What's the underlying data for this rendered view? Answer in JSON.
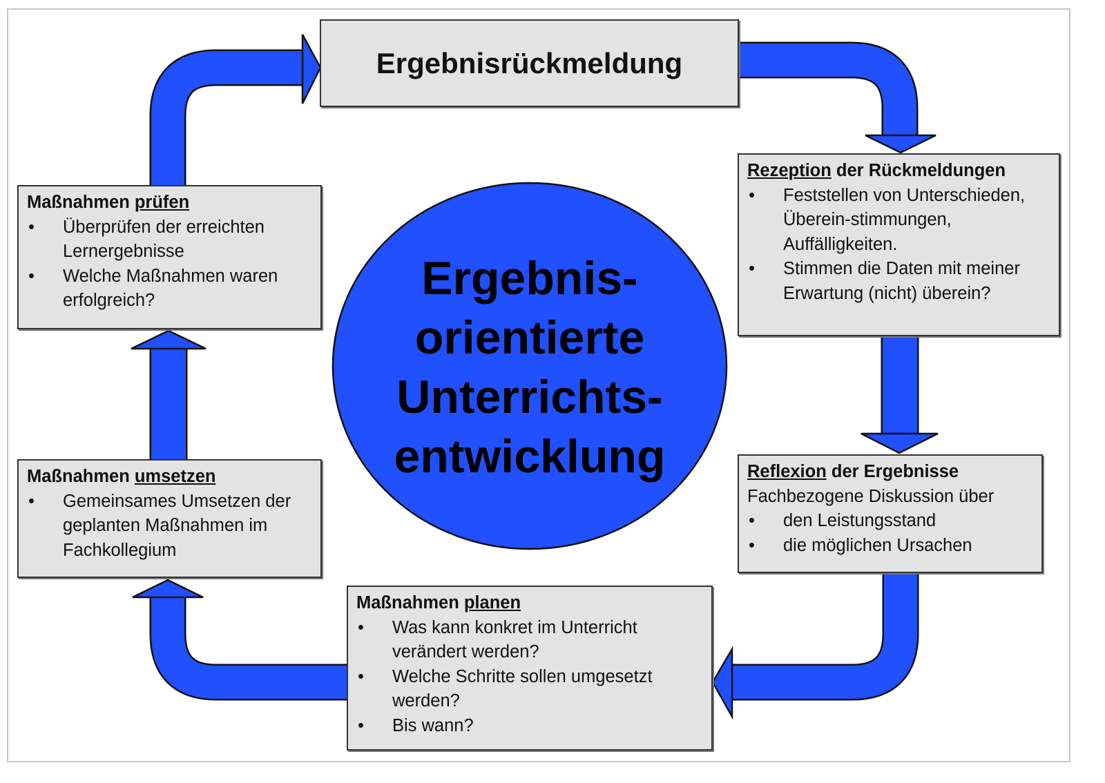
{
  "colors": {
    "arrow": "#2150ff",
    "box": "#e3e3e3",
    "circle": "#2150ff"
  },
  "top_box": {
    "title": "Ergebnisrückmeldung"
  },
  "center": {
    "lines": [
      "Ergebnis-",
      "orientierte",
      "Unterrichts-",
      "entwicklung"
    ]
  },
  "rezeption": {
    "title_u": "Rezeption",
    "title_rest": " der Rückmeldungen",
    "bullets": [
      "Feststellen von Unterschieden, Überein-stimmungen, Auffälligkeiten.",
      "Stimmen die Daten mit meiner Erwartung (nicht) überein?"
    ]
  },
  "reflexion": {
    "title_u": "Reflexion",
    "title_rest": " der Ergebnisse",
    "intro": "Fachbezogene Diskussion über",
    "bullets": [
      "den Leistungsstand",
      "die möglichen Ursachen"
    ]
  },
  "planen": {
    "title_pre": "Maßnahmen ",
    "title_u": "planen",
    "bullets": [
      "Was kann konkret im Unterricht verändert werden?",
      "Welche Schritte sollen umgesetzt werden?",
      "Bis wann?"
    ]
  },
  "umsetzen": {
    "title_pre": "Maßnahmen ",
    "title_u": "umsetzen",
    "bullets": [
      "Gemeinsames Umsetzen der geplanten Maßnahmen im Fachkollegium"
    ]
  },
  "pruefen": {
    "title_pre": "Maßnahmen ",
    "title_u": "prüfen",
    "bullets": [
      "Überprüfen der erreichten Lernergebnisse",
      "Welche Maßnahmen waren erfolgreich?"
    ]
  }
}
